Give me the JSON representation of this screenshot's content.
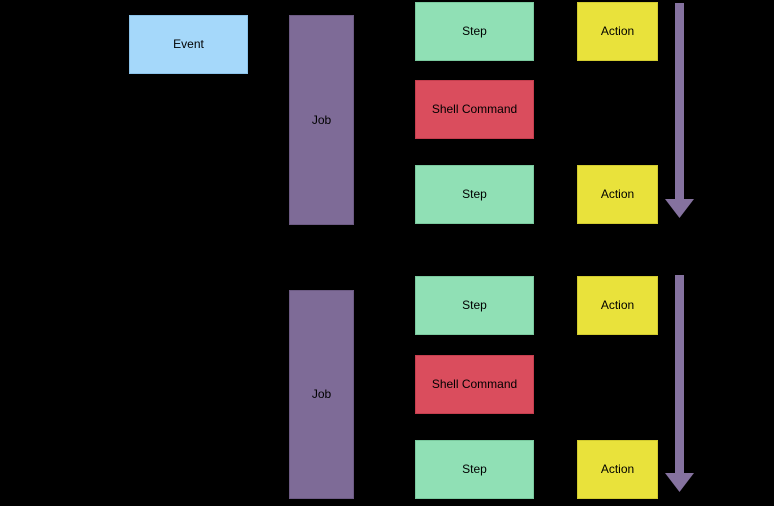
{
  "colors": {
    "background": "#000000",
    "text": "#000000",
    "event_fill": "#a5d8fa",
    "event_border": "#8cc3ea",
    "job_fill": "#7e6b97",
    "job_border": "#6d5b84",
    "step_fill": "#90e0b5",
    "step_border": "#7ac99e",
    "shell_fill": "#da4d5d",
    "shell_border": "#c53e4e",
    "action_fill": "#e9e23b",
    "action_border": "#d2cb2f",
    "arrow": "#85729f"
  },
  "diagram": {
    "event": {
      "label": "Event"
    },
    "job_groups": [
      {
        "job": {
          "label": "Job"
        },
        "steps": [
          {
            "label": "Step"
          },
          {
            "label": "Shell Command"
          },
          {
            "label": "Step"
          }
        ],
        "actions": [
          {
            "label": "Action"
          },
          {
            "label": "Action"
          }
        ]
      },
      {
        "job": {
          "label": "Job"
        },
        "steps": [
          {
            "label": "Step"
          },
          {
            "label": "Shell Command"
          },
          {
            "label": "Step"
          }
        ],
        "actions": [
          {
            "label": "Action"
          },
          {
            "label": "Action"
          }
        ]
      }
    ]
  }
}
